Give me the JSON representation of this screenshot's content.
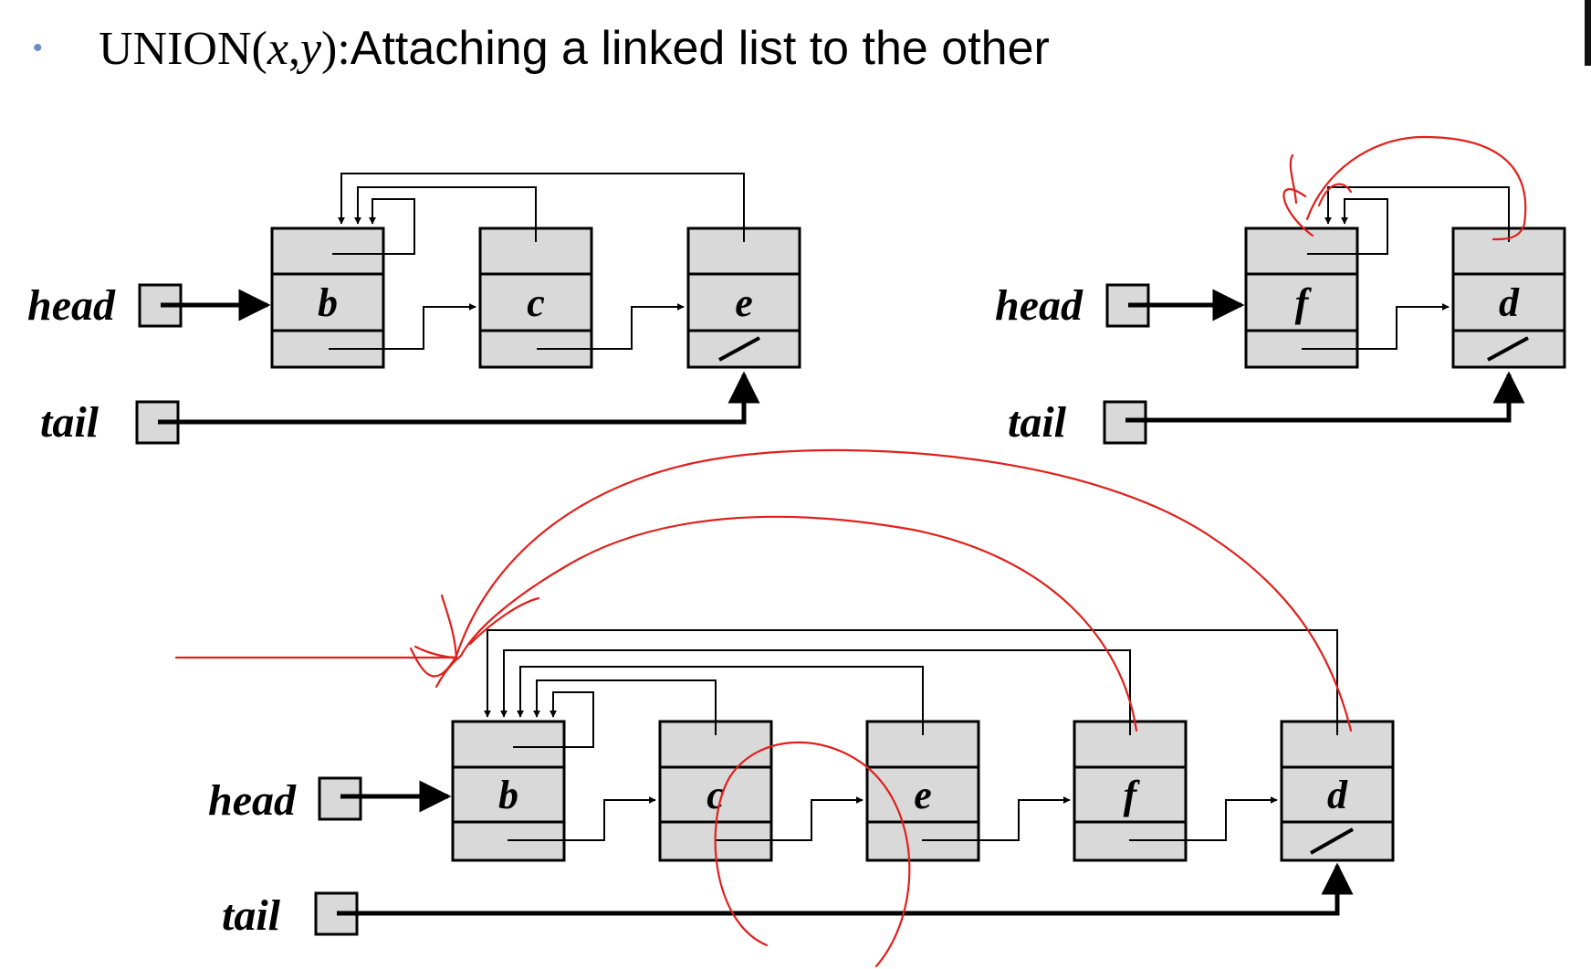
{
  "title": {
    "bullet": "•",
    "fn_name": "UNION(",
    "arg_x": "x",
    "comma": ",",
    "arg_y": "y",
    "fn_close": "):",
    "rest": " Attaching a linked list to the other"
  },
  "labels": {
    "head": "head",
    "tail": "tail"
  },
  "lists": {
    "list1": {
      "nodes": [
        "b",
        "c",
        "e"
      ]
    },
    "list2": {
      "nodes": [
        "f",
        "d"
      ]
    },
    "merged": {
      "nodes": [
        "b",
        "c",
        "e",
        "f",
        "d"
      ]
    }
  },
  "colors": {
    "cell_fill": "#d9d9d9",
    "annotation_ink": "#e0201b",
    "bullet": "#6b8cc7"
  }
}
